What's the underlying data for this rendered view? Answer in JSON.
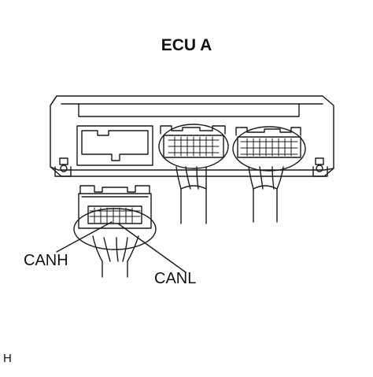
{
  "title": "ECU A",
  "labels": {
    "canh": "CANH",
    "canl": "CANL"
  },
  "corner_code": "H",
  "colors": {
    "line": "#1a1a1a",
    "background": "#ffffff"
  }
}
